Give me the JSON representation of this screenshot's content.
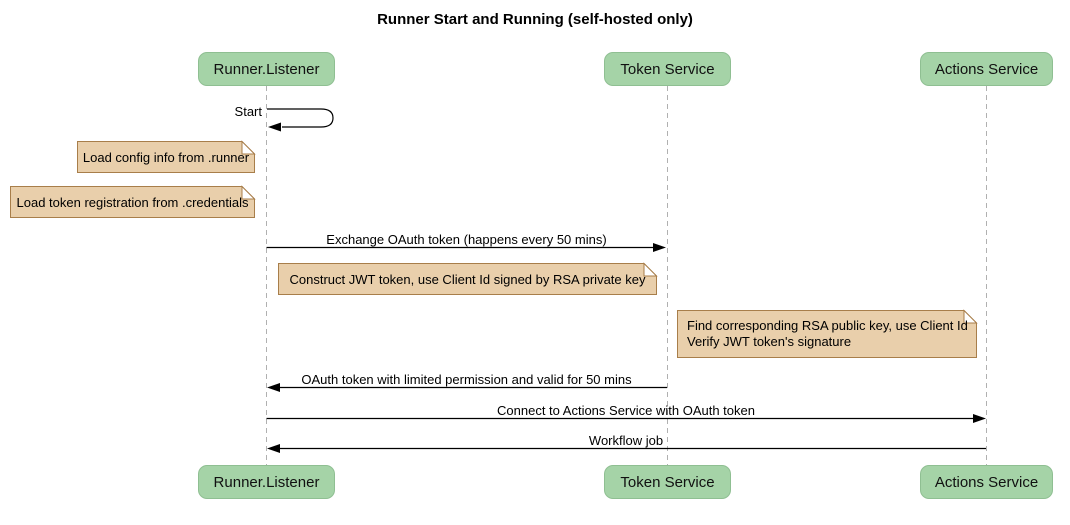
{
  "diagram": {
    "title": "Runner Start and Running (self-hosted only)",
    "type": "sequence-diagram",
    "participants": [
      "Runner.Listener",
      "Token Service",
      "Actions Service"
    ],
    "self_message": {
      "label": "Start",
      "on": "Runner.Listener"
    },
    "notes": [
      {
        "position": "left of Runner.Listener",
        "lines": [
          "Load config info from .runner"
        ]
      },
      {
        "position": "left of Runner.Listener",
        "lines": [
          "Load token registration from .credentials"
        ]
      },
      {
        "position": "over Runner.Listener, Token Service",
        "lines": [
          "Construct JWT token, use Client Id signed by RSA private key"
        ]
      },
      {
        "position": "over Token Service, Actions Service",
        "lines": [
          "Find corresponding RSA public key, use Client Id",
          "Verify JWT token's signature"
        ]
      }
    ],
    "messages": [
      {
        "label": "Exchange OAuth token (happens every 50 mins)",
        "from": "Runner.Listener",
        "to": "Token Service"
      },
      {
        "label": "OAuth token with limited permission and valid for 50 mins",
        "from": "Token Service",
        "to": "Runner.Listener"
      },
      {
        "label": "Connect to Actions Service with OAuth token",
        "from": "Runner.Listener",
        "to": "Actions Service"
      },
      {
        "label": "Workflow job",
        "from": "Actions Service",
        "to": "Runner.Listener"
      }
    ],
    "colors": {
      "participant_fill": "#a5d3a7",
      "participant_border": "#8fbf92",
      "note_fill": "#e9cfab",
      "note_border": "#a87e4a",
      "lifeline": "#b0b0b0",
      "arrow": "#000000"
    }
  }
}
